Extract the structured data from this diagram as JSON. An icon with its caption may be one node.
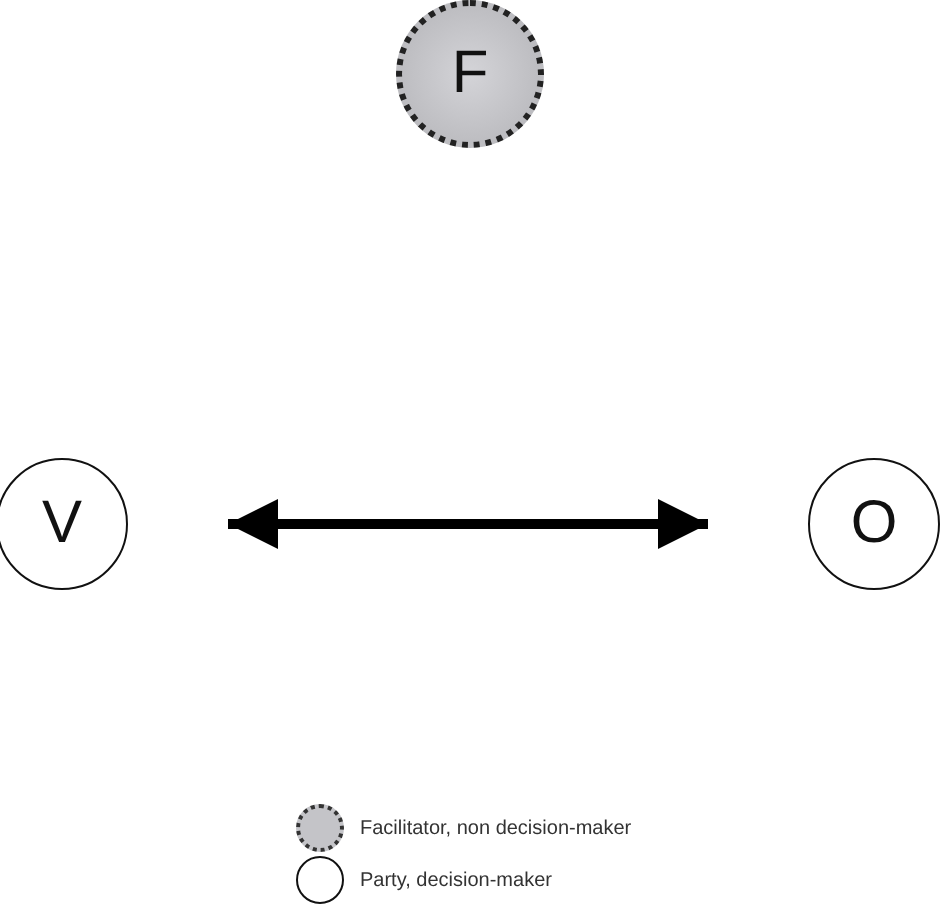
{
  "diagram": {
    "nodes": [
      {
        "text": [
          "F"
        ]
      },
      {
        "text": [
          "V"
        ]
      },
      {
        "text": [
          "O"
        ]
      }
    ],
    "edges": [
      {
        "from": 1,
        "to": 2,
        "arrow": "both"
      }
    ],
    "legend": [
      {
        "text": "Facilitator, non decision-maker"
      },
      {
        "text": "Party, decision-maker"
      }
    ]
  }
}
